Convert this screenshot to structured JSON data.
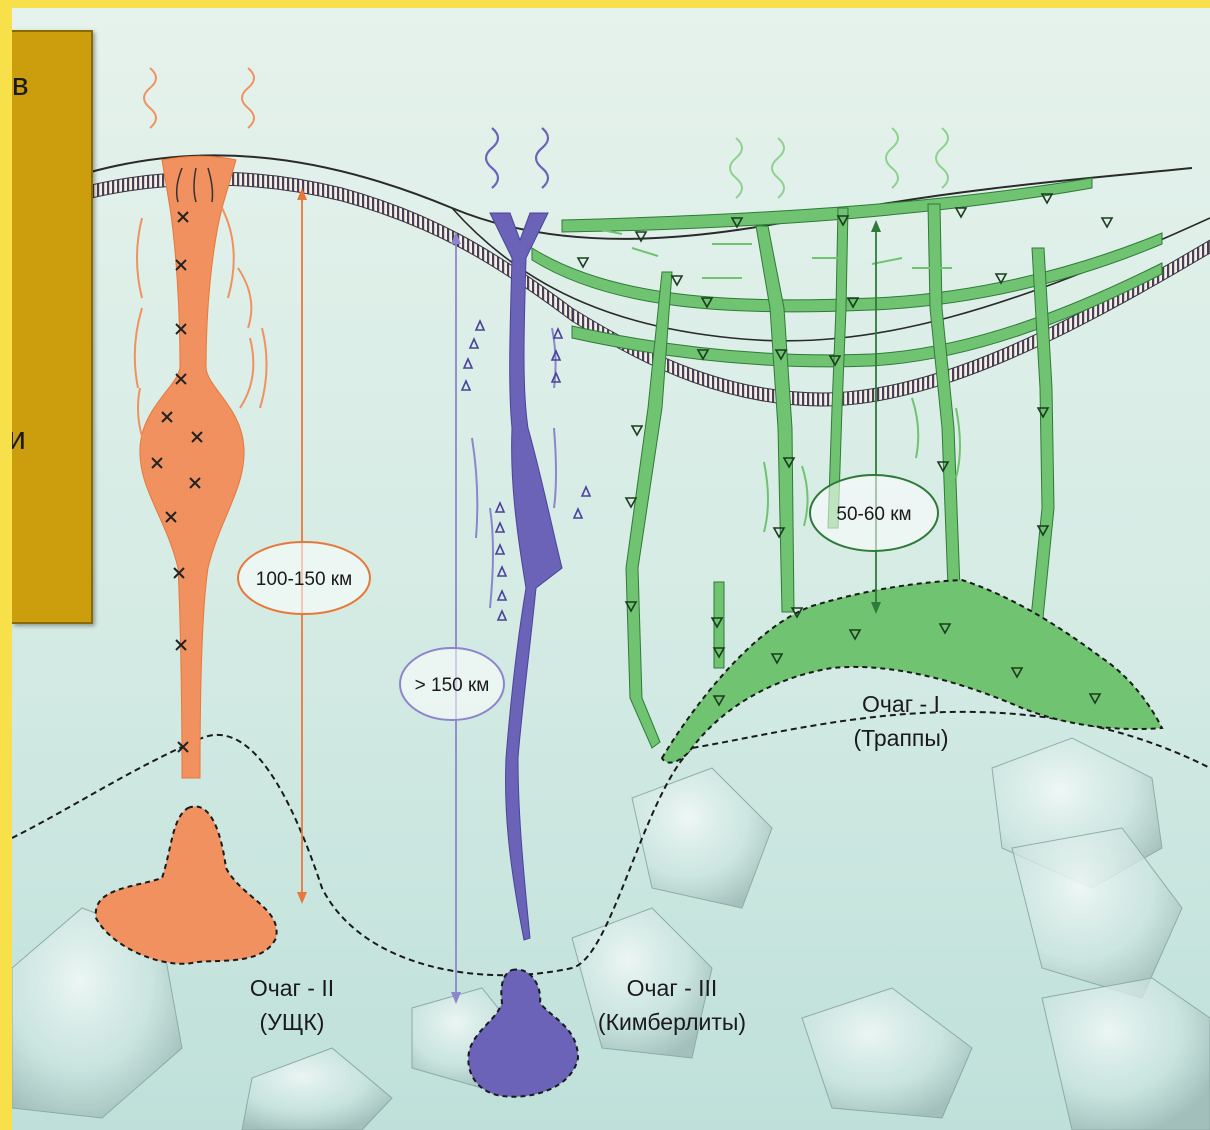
{
  "side_panel": {
    "fragment_top": "ов",
    "fragment_mid": "и"
  },
  "labels": {
    "depth_orange": "100-150 км",
    "depth_blue": "> 150 км",
    "depth_green": "50-60 км",
    "chamber_1_name": "Очаг - I",
    "chamber_1_type": "(Траппы)",
    "chamber_2_name": "Очаг - II",
    "chamber_2_type": "(УЩК)",
    "chamber_3_name": "Очаг - III",
    "chamber_3_type": "(Кимберлиты)"
  },
  "colors": {
    "orange": "#f0915f",
    "orange_line": "#e8783a",
    "blue": "#6b63b8",
    "blue_line": "#8d86cc",
    "green": "#6fc371",
    "green_dark": "#2f7a38",
    "background": "#d8ede6",
    "frame": "#f7e04a",
    "panel": "#cc9d0c"
  },
  "icons": {
    "x_mark": "cross-mark-icon",
    "triangle_mark": "triangle-down-icon",
    "smoke": "smoke-wisp-icon"
  }
}
